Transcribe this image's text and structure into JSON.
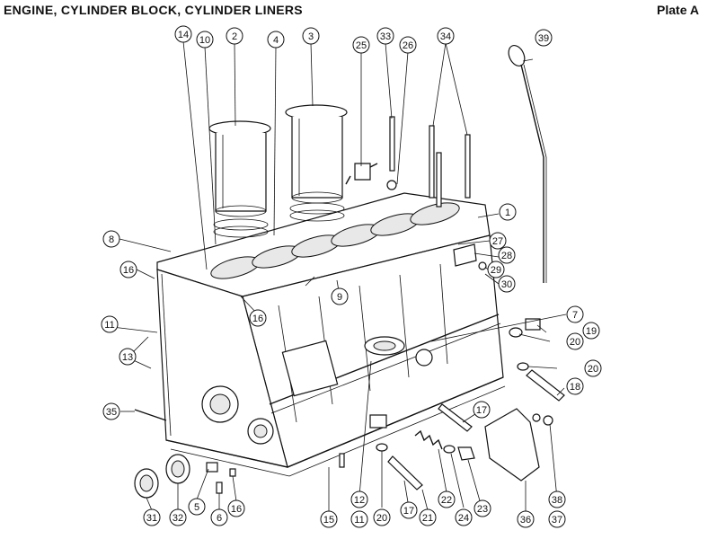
{
  "header": {
    "title": "ENGINE, CYLINDER BLOCK, CYLINDER LINERS",
    "plate": "Plate A"
  },
  "callouts": [
    {
      "id": "c14",
      "label": "14"
    },
    {
      "id": "c10",
      "label": "10"
    },
    {
      "id": "c2",
      "label": "2"
    },
    {
      "id": "c4",
      "label": "4"
    },
    {
      "id": "c3",
      "label": "3"
    },
    {
      "id": "c25",
      "label": "25"
    },
    {
      "id": "c33",
      "label": "33"
    },
    {
      "id": "c26",
      "label": "26"
    },
    {
      "id": "c34",
      "label": "34"
    },
    {
      "id": "c39",
      "label": "39"
    },
    {
      "id": "c8",
      "label": "8"
    },
    {
      "id": "c16a",
      "label": "16"
    },
    {
      "id": "c1",
      "label": "1"
    },
    {
      "id": "c27",
      "label": "27"
    },
    {
      "id": "c28",
      "label": "28"
    },
    {
      "id": "c29",
      "label": "29"
    },
    {
      "id": "c30",
      "label": "30"
    },
    {
      "id": "c9",
      "label": "9"
    },
    {
      "id": "c16b",
      "label": "16"
    },
    {
      "id": "c11a",
      "label": "11"
    },
    {
      "id": "c13",
      "label": "13"
    },
    {
      "id": "c7",
      "label": "7"
    },
    {
      "id": "c19",
      "label": "19"
    },
    {
      "id": "c20a",
      "label": "20"
    },
    {
      "id": "c20b",
      "label": "20"
    },
    {
      "id": "c18",
      "label": "18"
    },
    {
      "id": "c35",
      "label": "35"
    },
    {
      "id": "c17a",
      "label": "17"
    },
    {
      "id": "c31",
      "label": "31"
    },
    {
      "id": "c32",
      "label": "32"
    },
    {
      "id": "c5",
      "label": "5"
    },
    {
      "id": "c6",
      "label": "6"
    },
    {
      "id": "c16c",
      "label": "16"
    },
    {
      "id": "c15",
      "label": "15"
    },
    {
      "id": "c12",
      "label": "12"
    },
    {
      "id": "c11b",
      "label": "11"
    },
    {
      "id": "c20c",
      "label": "20"
    },
    {
      "id": "c17b",
      "label": "17"
    },
    {
      "id": "c21",
      "label": "21"
    },
    {
      "id": "c22",
      "label": "22"
    },
    {
      "id": "c24",
      "label": "24"
    },
    {
      "id": "c23",
      "label": "23"
    },
    {
      "id": "c36",
      "label": "36"
    },
    {
      "id": "c38",
      "label": "38"
    },
    {
      "id": "c37",
      "label": "37"
    }
  ]
}
